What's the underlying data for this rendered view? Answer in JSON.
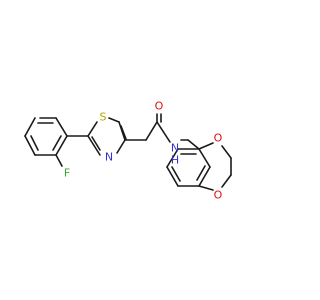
{
  "molecule": {
    "atoms": {
      "S": "S",
      "N_thiazole": "N",
      "F": "F",
      "O_carbonyl": "O",
      "N_amide": "N",
      "H_amide": "H",
      "O_dioxole_top": "O",
      "O_dioxole_bottom": "O"
    },
    "colors": {
      "bond": "#1a1a1a",
      "S": "#b5a300",
      "N": "#3333cc",
      "O": "#dd1111",
      "F": "#33aa33",
      "H": "#3333cc"
    }
  }
}
